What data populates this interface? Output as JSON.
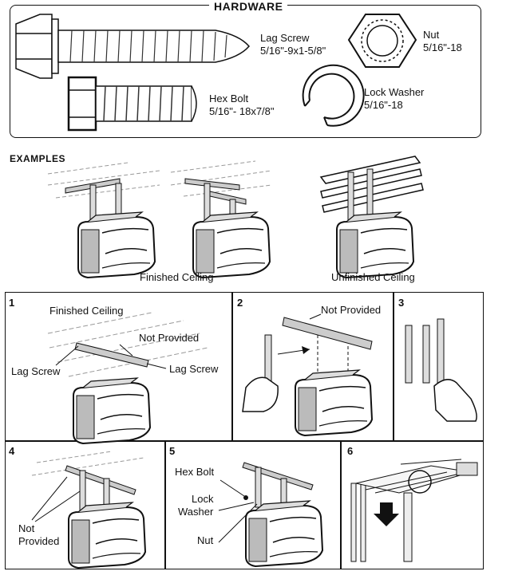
{
  "hardware": {
    "title": "HARDWARE",
    "lag_screw": {
      "name": "Lag Screw",
      "size": "5/16\"-9x1-5/8\""
    },
    "hex_bolt": {
      "name": "Hex Bolt",
      "size": "5/16\"- 18x7/8\""
    },
    "nut": {
      "name": "Nut",
      "size": "5/16\"-18"
    },
    "lock_washer": {
      "name": "Lock Washer",
      "size": "5/16\"-18"
    }
  },
  "examples": {
    "title": "EXAMPLES",
    "finished_label": "Finished Ceiling",
    "unfinished_label": "Unfinished Ceiling"
  },
  "steps": [
    {
      "number": "1",
      "labels": {
        "ceiling": "Finished Ceiling",
        "not_provided": "Not Provided",
        "lag_left": "Lag Screw",
        "lag_right": "Lag Screw"
      }
    },
    {
      "number": "2",
      "labels": {
        "not_provided": "Not Provided"
      }
    },
    {
      "number": "3",
      "labels": {}
    },
    {
      "number": "4",
      "labels": {
        "not": "Not",
        "provided": "Provided"
      }
    },
    {
      "number": "5",
      "labels": {
        "hex_bolt": "Hex Bolt",
        "lock": "Lock",
        "washer": "Washer",
        "nut": "Nut"
      }
    },
    {
      "number": "6",
      "labels": {}
    }
  ]
}
